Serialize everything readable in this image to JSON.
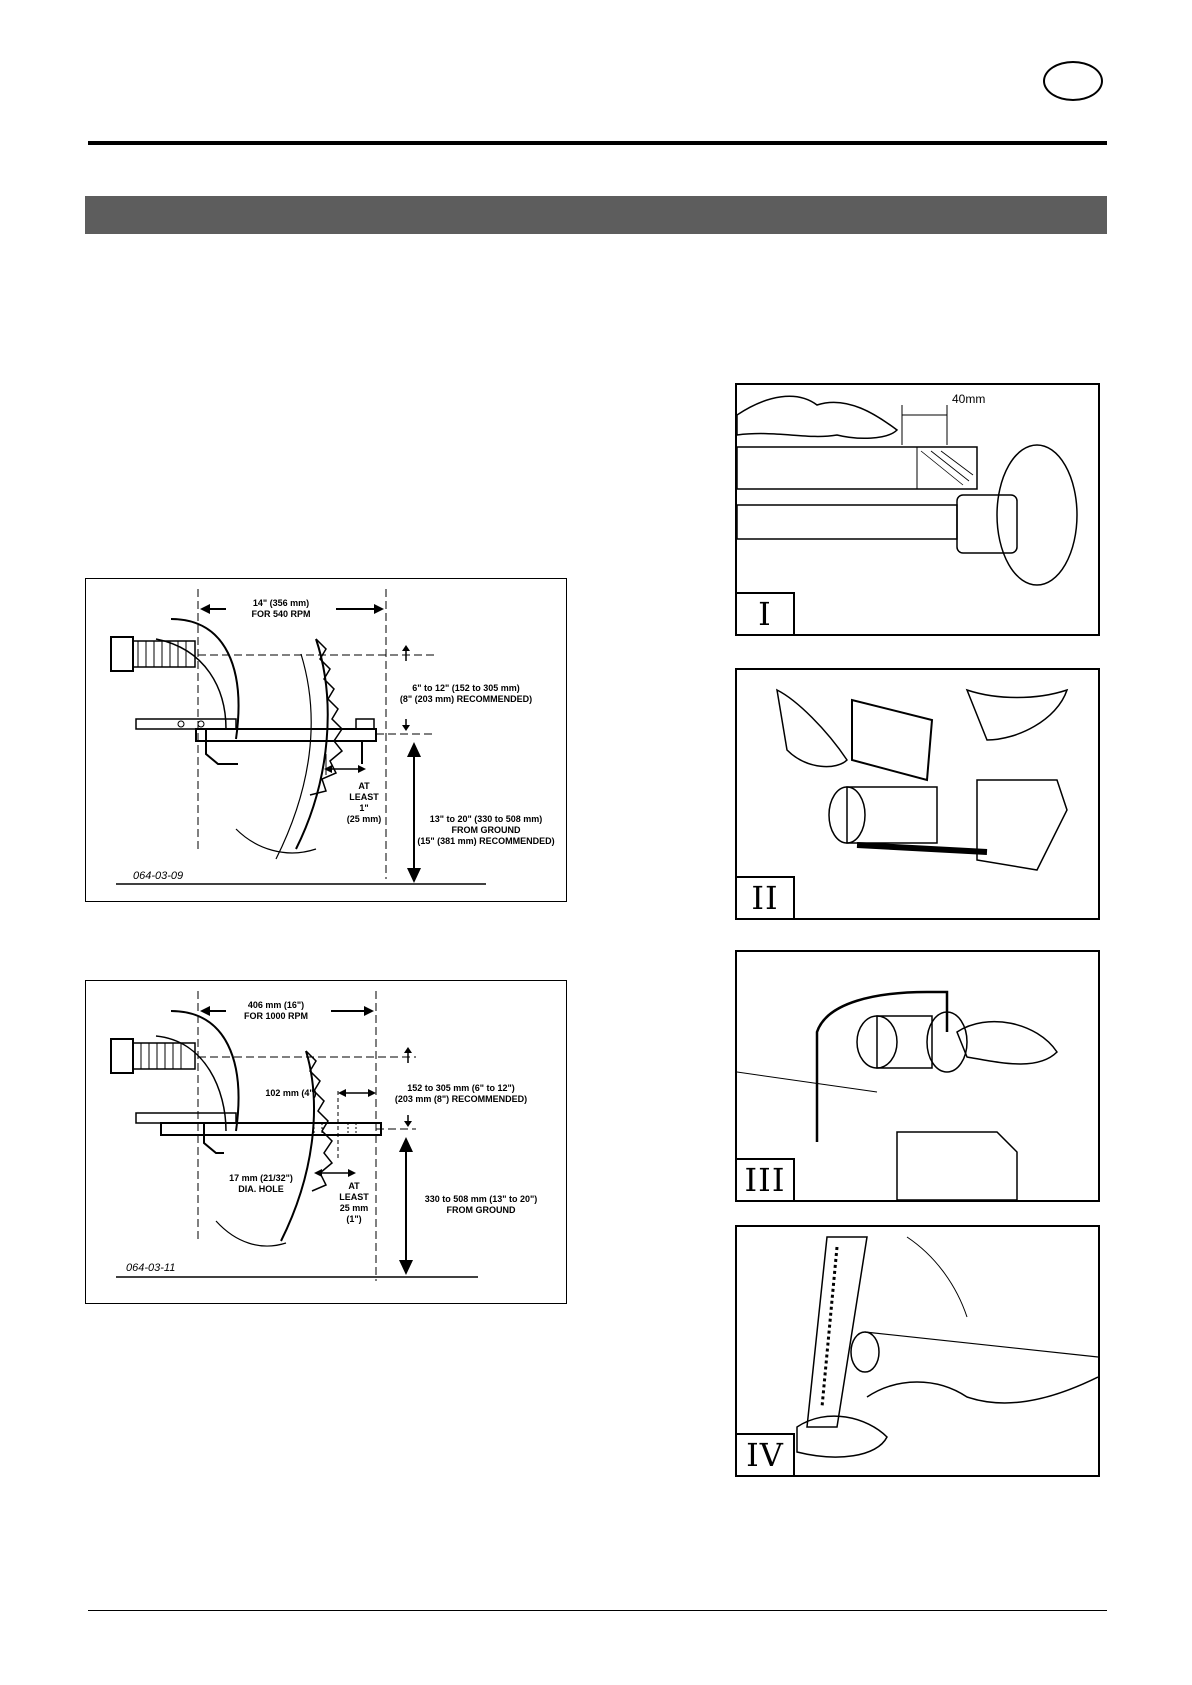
{
  "figures": {
    "pto_540": {
      "ref": "064-03-09",
      "dim_length_l1": "14\" (356 mm)",
      "dim_length_l2": "FOR 540 RPM",
      "dim_height_l1": "6\" to 12\" (152 to 305 mm)",
      "dim_height_l2": "(8\" (203 mm) RECOMMENDED)",
      "at_least_l1": "AT",
      "at_least_l2": "LEAST",
      "at_least_l3": "1\"",
      "at_least_l4": "(25 mm)",
      "ground_l1": "13\" to 20\" (330 to 508 mm)",
      "ground_l2": "FROM GROUND",
      "ground_l3": "(15\" (381 mm) RECOMMENDED)"
    },
    "pto_1000": {
      "ref": "064-03-11",
      "dim_length_l1": "406 mm (16\")",
      "dim_length_l2": "FOR 1000 RPM",
      "dim_hole_spacing": "102 mm (4\")",
      "dim_height_l1": "152 to 305 mm (6\" to 12\")",
      "dim_height_l2": "(203 mm (8\") RECOMMENDED)",
      "hole_l1": "17 mm (21/32\")",
      "hole_l2": "DIA. HOLE",
      "at_least_l1": "AT",
      "at_least_l2": "LEAST",
      "at_least_l3": "25 mm",
      "at_least_l4": "(1\")",
      "ground_l1": "330 to 508 mm (13\" to 20\")",
      "ground_l2": "FROM GROUND"
    }
  },
  "photos": [
    {
      "numeral": "I",
      "caption": "",
      "label": "40mm"
    },
    {
      "numeral": "II",
      "caption": ""
    },
    {
      "numeral": "III",
      "caption": ""
    },
    {
      "numeral": "IV",
      "caption": ""
    }
  ]
}
